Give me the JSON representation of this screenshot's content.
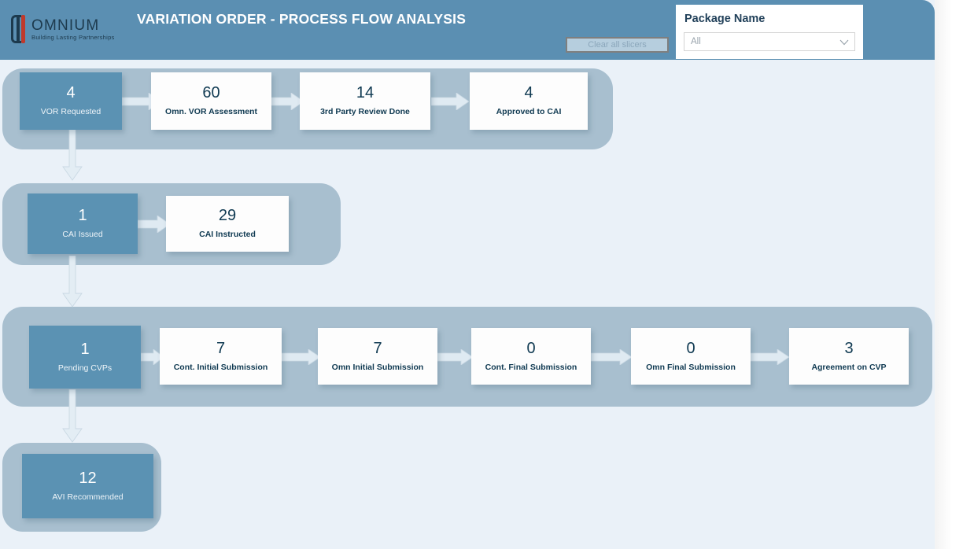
{
  "header": {
    "title": "VARIATION ORDER - PROCESS FLOW ANALYSIS",
    "logo_word": "OMNIUM",
    "logo_tagline": "Building Lasting Partnerships",
    "brand_color": "#5b8fb2",
    "accent_red": "#c0392b",
    "clear_slicers_label": "Clear all slicers"
  },
  "slicer": {
    "title": "Package Name",
    "selected_value": "All",
    "chevron_icon": "chevron-down-icon"
  },
  "theme": {
    "page_background": "#eaf1f8",
    "group_background": "#a8bfcf",
    "node_blue": "#5b92b3",
    "node_white": "#fdfdfd",
    "text_navy": "#103a52",
    "arrow_color": "#dde8f0"
  },
  "chart_data": {
    "type": "diagram",
    "title": "VARIATION ORDER - PROCESS FLOW ANALYSIS",
    "rows": [
      {
        "id": "row-1",
        "nodes": [
          {
            "value": "4",
            "label": "VOR Requested",
            "style": "blue"
          },
          {
            "value": "60",
            "label": "Omn. VOR Assessment",
            "style": "white"
          },
          {
            "value": "14",
            "label": "3rd Party Review Done",
            "style": "white"
          },
          {
            "value": "4",
            "label": "Approved to CAI",
            "style": "white"
          }
        ]
      },
      {
        "id": "row-2",
        "nodes": [
          {
            "value": "1",
            "label": "CAI Issued",
            "style": "blue"
          },
          {
            "value": "29",
            "label": "CAI Instructed",
            "style": "white"
          }
        ]
      },
      {
        "id": "row-3",
        "nodes": [
          {
            "value": "1",
            "label": "Pending CVPs",
            "style": "blue"
          },
          {
            "value": "7",
            "label": "Cont. Initial Submission",
            "style": "white"
          },
          {
            "value": "7",
            "label": "Omn Initial Submission",
            "style": "white"
          },
          {
            "value": "0",
            "label": "Cont. Final Submission",
            "style": "white"
          },
          {
            "value": "0",
            "label": "Omn Final Submission",
            "style": "white"
          },
          {
            "value": "3",
            "label": "Agreement on CVP",
            "style": "white"
          }
        ]
      },
      {
        "id": "row-4",
        "nodes": [
          {
            "value": "12",
            "label": "AVI Recommended",
            "style": "blue"
          }
        ]
      }
    ],
    "connections": [
      {
        "from": "VOR Requested",
        "to": "Omn. VOR Assessment",
        "direction": "right"
      },
      {
        "from": "Omn. VOR Assessment",
        "to": "3rd Party Review Done",
        "direction": "right"
      },
      {
        "from": "3rd Party Review Done",
        "to": "Approved to CAI",
        "direction": "right"
      },
      {
        "from": "VOR Requested",
        "to": "CAI Issued",
        "direction": "down"
      },
      {
        "from": "CAI Issued",
        "to": "CAI Instructed",
        "direction": "right"
      },
      {
        "from": "CAI Issued",
        "to": "Pending CVPs",
        "direction": "down"
      },
      {
        "from": "Pending CVPs",
        "to": "Cont. Initial Submission",
        "direction": "right"
      },
      {
        "from": "Cont. Initial Submission",
        "to": "Omn Initial Submission",
        "direction": "right"
      },
      {
        "from": "Omn Initial Submission",
        "to": "Cont. Final Submission",
        "direction": "right"
      },
      {
        "from": "Cont. Final Submission",
        "to": "Omn Final Submission",
        "direction": "right"
      },
      {
        "from": "Omn Final Submission",
        "to": "Agreement on CVP",
        "direction": "right"
      },
      {
        "from": "Pending CVPs",
        "to": "AVI Recommended",
        "direction": "down"
      }
    ]
  }
}
